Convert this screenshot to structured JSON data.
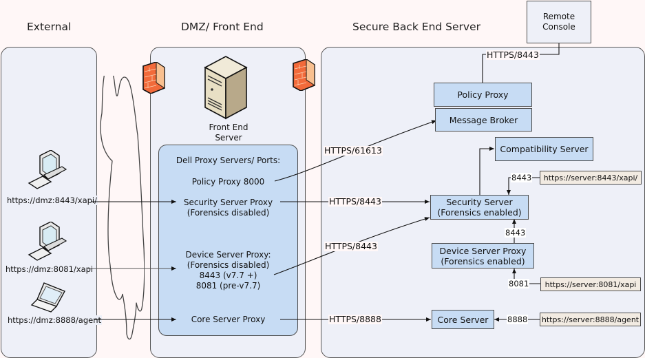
{
  "zones": {
    "external": {
      "title": "External"
    },
    "dmz": {
      "title": "DMZ/ Front End"
    },
    "backend": {
      "title": "Secure Back End Server"
    }
  },
  "external": {
    "clients": [
      {
        "icon": "desktop-computer-icon",
        "url": "https://dmz:8443/xapi/"
      },
      {
        "icon": "desktop-computer-icon",
        "url": "https://dmz:8081/xapi"
      },
      {
        "icon": "laptop-icon",
        "url": "https://dmz:8888/agent"
      }
    ]
  },
  "dmz": {
    "front_end_server": {
      "label_line1": "Front End",
      "label_line2": "Server"
    },
    "proxy_panel": {
      "heading": "Dell Proxy Servers/ Ports:",
      "policy_proxy": "Policy Proxy 8000",
      "security_proxy": {
        "line1": "Security Server Proxy",
        "line2": "(Forensics disabled)"
      },
      "device_proxy": {
        "line1": "Device Server Proxy:",
        "line2": "(Forensics disabled)",
        "line3": "8443 (v7.7 +)",
        "line4": "8081 (pre-v7.7)"
      },
      "core_proxy": "Core Server Proxy"
    }
  },
  "connections": {
    "policy_to_broker": "HTTPS/61613",
    "security_to_security": "HTTPS/8443",
    "device_to_security": "HTTPS/8443",
    "core_to_core": "HTTPS/8888",
    "console_to_policy": "HTTPS/8443"
  },
  "backend": {
    "remote_console": {
      "line1": "Remote",
      "line2": "Console"
    },
    "policy_proxy": "Policy Proxy",
    "message_broker": "Message Broker",
    "compatibility_server": "Compatibility Server",
    "security_server": {
      "line1": "Security Server",
      "line2": "(Forensics enabled)"
    },
    "device_server_proxy": {
      "line1": "Device Server Proxy",
      "line2": "(Forensics enabled)"
    },
    "core_server": "Core Server",
    "ports": {
      "security": "8443",
      "device_to_security": "8443",
      "device": "8081",
      "core": "8888"
    },
    "urls": {
      "security": "https://server:8443/xapi/",
      "device": "https://server:8081/xapi",
      "core": "https://server:8888/agent"
    }
  }
}
